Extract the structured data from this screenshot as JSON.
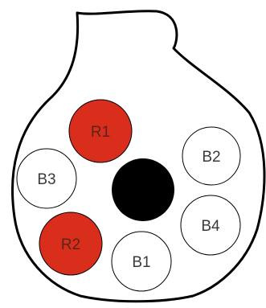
{
  "colors": {
    "red_ball": "#d92e1c",
    "white_ball": "#ffffff",
    "center_hole": "#000000",
    "outline": "#000000"
  },
  "balls": [
    {
      "id": "r1",
      "label": "R1",
      "color": "red"
    },
    {
      "id": "r2",
      "label": "R2",
      "color": "red"
    },
    {
      "id": "b1",
      "label": "B1",
      "color": "white"
    },
    {
      "id": "b2",
      "label": "B2",
      "color": "white"
    },
    {
      "id": "b3",
      "label": "B3",
      "color": "white"
    },
    {
      "id": "b4",
      "label": "B4",
      "color": "white"
    }
  ]
}
